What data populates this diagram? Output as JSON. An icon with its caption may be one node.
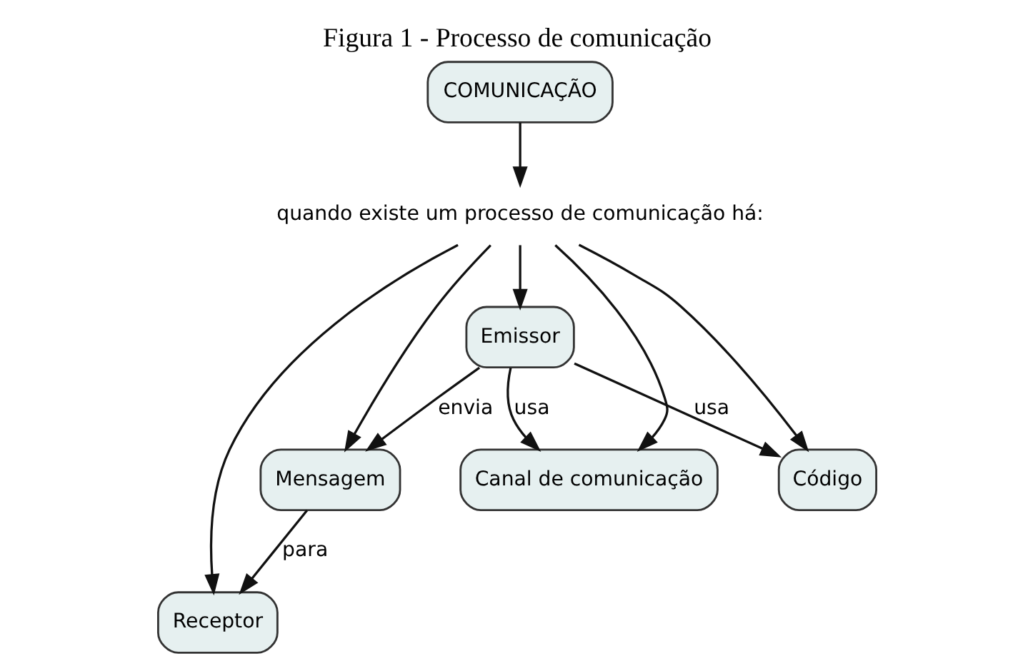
{
  "diagram": {
    "title": "Figura 1 - Processo de comunicação",
    "nodes": [
      {
        "text": [
          "COMUNICAÇÃO"
        ]
      },
      {
        "text": [
          "quando existe um processo de comunicação há:"
        ]
      },
      {
        "text": [
          "Emissor"
        ]
      },
      {
        "text": [
          "Mensagem"
        ]
      },
      {
        "text": [
          "Receptor"
        ]
      },
      {
        "text": [
          "Canal de comunicação"
        ]
      },
      {
        "text": [
          "Código"
        ]
      }
    ],
    "edges": [
      {
        "from": 0,
        "to": 1,
        "arrow": "to"
      },
      {
        "from": 1,
        "to": 2,
        "arrow": "to"
      },
      {
        "from": 1,
        "to": 3,
        "arrow": "to"
      },
      {
        "from": 1,
        "to": 4,
        "arrow": "to"
      },
      {
        "from": 1,
        "to": 5,
        "arrow": "to"
      },
      {
        "from": 1,
        "to": 6,
        "arrow": "to"
      },
      {
        "from": 2,
        "to": 3,
        "arrow": "to",
        "label": "envia"
      },
      {
        "from": 3,
        "to": 4,
        "arrow": "to",
        "label": "para"
      },
      {
        "from": 2,
        "to": 5,
        "arrow": "to",
        "label": "usa"
      },
      {
        "from": 2,
        "to": 6,
        "arrow": "to",
        "label": "usa"
      }
    ]
  }
}
